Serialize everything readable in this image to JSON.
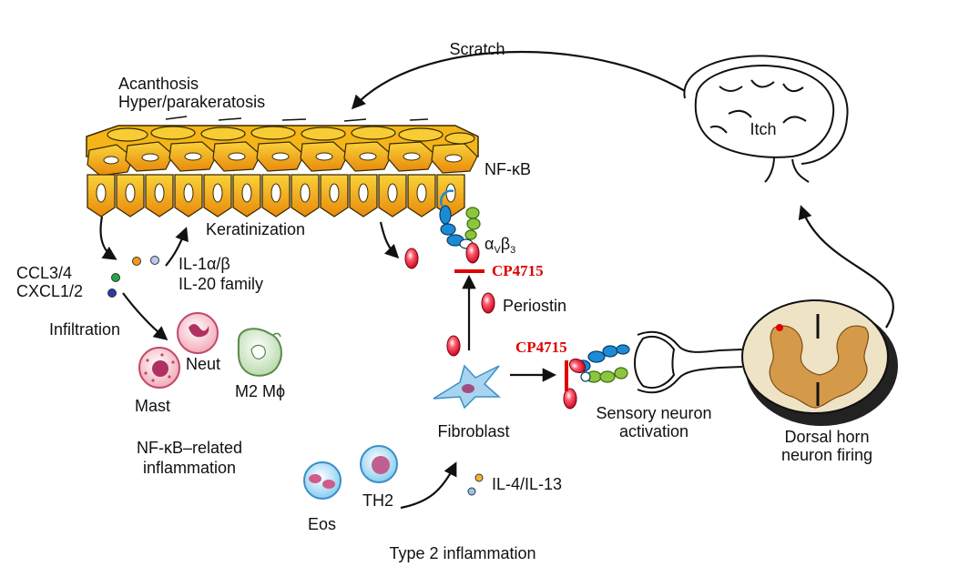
{
  "labels": {
    "scratch": "Scratch",
    "acanthosis": "Acanthosis",
    "hyperparakeratosis": "Hyper/parakeratosis",
    "itch": "Itch",
    "nfkb": "NF-κB",
    "keratinization": "Keratinization",
    "integrin_alpha": "α",
    "integrin_alpha_sub": "V",
    "integrin_beta": "β",
    "integrin_beta_sub": "3",
    "cp4715_top": "CP4715",
    "cp4715_mid": "CP4715",
    "ccl34": "CCL3/4",
    "cxcl12": "CXCL1/2",
    "il1": "IL-1α/β",
    "il20": "IL-20 family",
    "periostin": "Periostin",
    "infiltration": "Infiltration",
    "neut": "Neut",
    "mast": "Mast",
    "m2": "M2 Mϕ",
    "nfkb_inflammation_1": "NF-κB–related",
    "nfkb_inflammation_2": "inflammation",
    "fibroblast": "Fibroblast",
    "sensory_1": "Sensory neuron",
    "sensory_2": "activation",
    "dorsal_1": "Dorsal horn",
    "dorsal_2": "neuron firing",
    "eos": "Eos",
    "th2": "TH2",
    "il4": "IL-4/IL-13",
    "type2": "Type 2 inflammation"
  },
  "colors": {
    "keratinocyte": "#f7c31a",
    "keratinocyte_dark": "#e98a0c",
    "periostin": "#e8001d",
    "integrin_blue": "#1b8bd6",
    "integrin_green": "#8cc63f",
    "inhibitor": "#e00000",
    "spinal_gray": "#e8d9b8",
    "spinal_dark": "#c48a3c"
  }
}
